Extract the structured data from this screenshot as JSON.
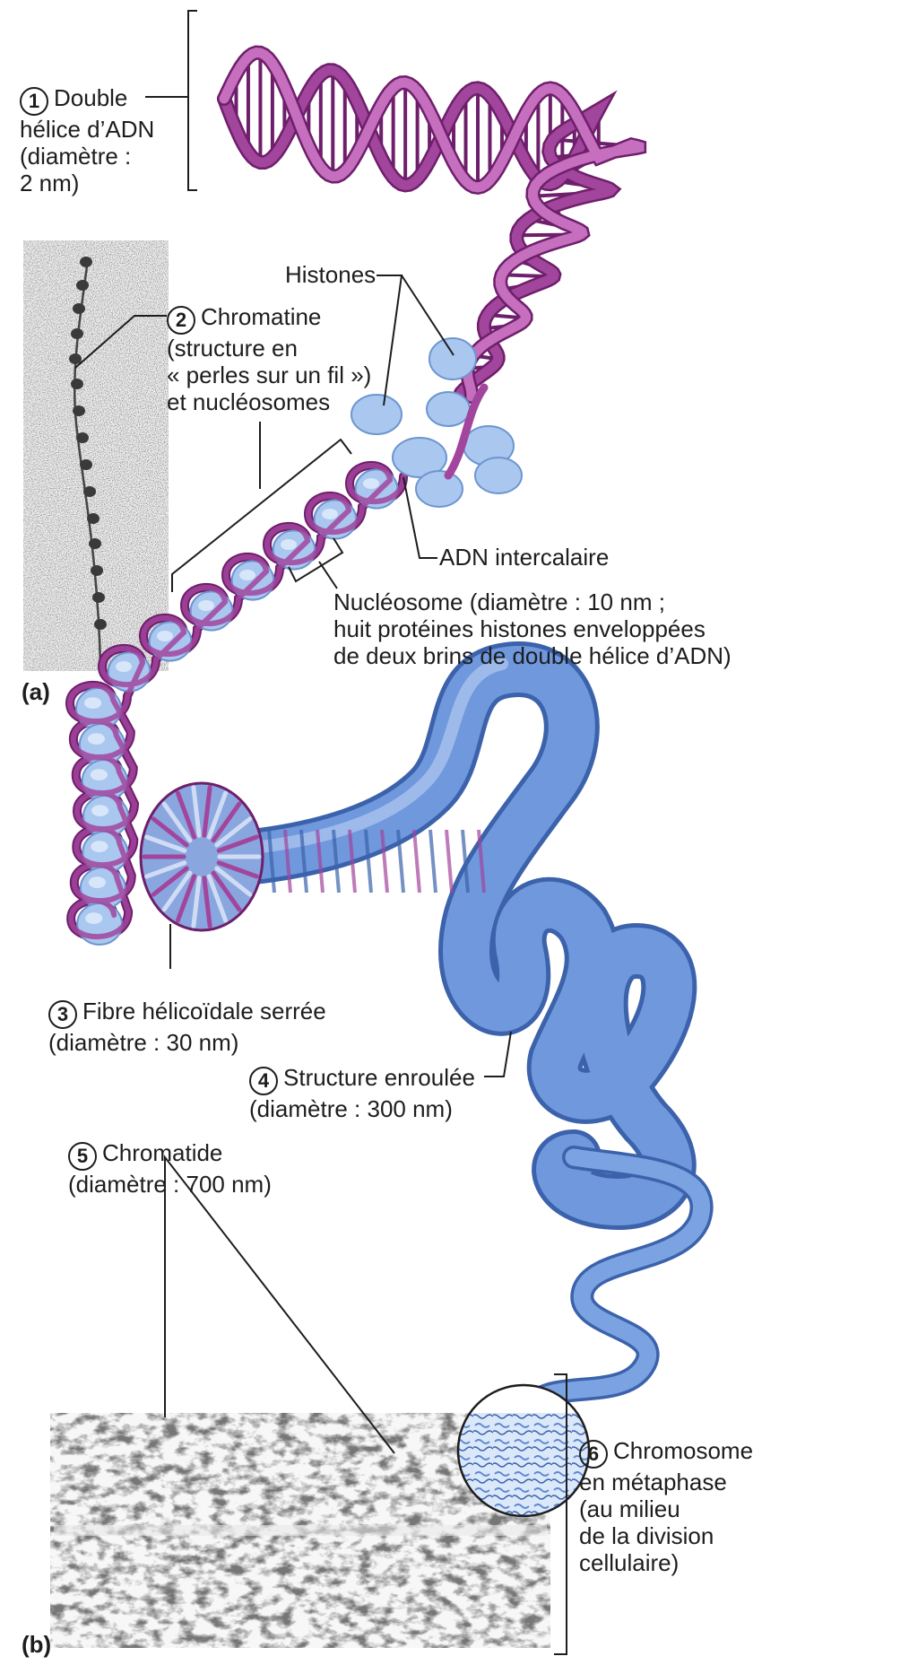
{
  "labels": {
    "dna_helix": {
      "number": "1",
      "lines": [
        "Double",
        "hélice d’ADN",
        "(diamètre :",
        "2 nm)"
      ]
    },
    "histones": "Histones",
    "chromatin": {
      "number": "2",
      "lines": [
        "Chromatine",
        "(structure en",
        "« perles sur un fil »)",
        "et nucléosomes"
      ]
    },
    "linker_dna": "ADN intercalaire",
    "nucleosome": {
      "lines": [
        "Nucléosome (diamètre : 10 nm ;",
        "huit protéines histones enveloppées",
        "de deux brins de double hélice d’ADN)"
      ]
    },
    "fiber": {
      "number": "3",
      "lines": [
        "Fibre hélicoïdale serrée",
        "(diamètre : 30 nm)"
      ]
    },
    "coiled": {
      "number": "4",
      "lines": [
        "Structure enroulée",
        "(diamètre : 300 nm)"
      ]
    },
    "chromatid": {
      "number": "5",
      "lines": [
        "Chromatide",
        "(diamètre : 700 nm)"
      ]
    },
    "chromosome": {
      "number": "6",
      "lines": [
        "Chromosome",
        "en métaphase",
        "(au milieu",
        "de la division",
        "cellulaire)"
      ]
    }
  },
  "panels": {
    "a": "(a)",
    "b": "(b)"
  },
  "colors": {
    "dna": "#a2459c",
    "dna_dark": "#6e1f6b",
    "histone": "#a9c7ef",
    "histone_dark": "#6d95cf",
    "fiber": "#5d86d0",
    "fiber_dark": "#3b62ab",
    "micrograph": "#3a3a3a",
    "line": "#1d1d1d"
  }
}
